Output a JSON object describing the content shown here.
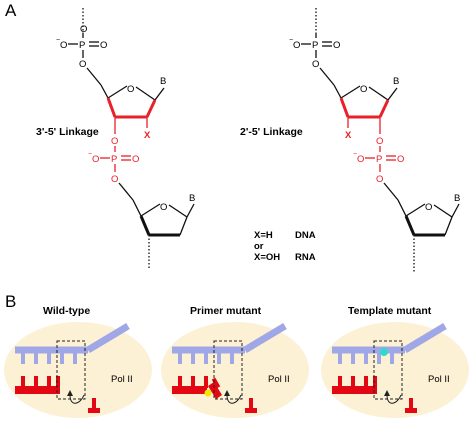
{
  "panel_a": {
    "letter": "A",
    "left_linkage": "3'-5' Linkage",
    "right_linkage": "2'-5' Linkage",
    "atoms": {
      "oxygen": "O",
      "phosphorus": "P",
      "negative_oxygen": "O",
      "charge": "−",
      "base": "B",
      "x": "X"
    },
    "legend": {
      "line1_left": "X=H",
      "line1_right": "DNA",
      "line2": "or",
      "line3_left": "X=OH",
      "line3_right": "RNA"
    }
  },
  "panel_b": {
    "letter": "B",
    "titles": [
      "Wild-type",
      "Primer mutant",
      "Template mutant"
    ],
    "enzyme": "Pol II"
  },
  "colors": {
    "highlight_red": "#e8202a",
    "black": "#111111",
    "strand_blue": "#9fa7e6",
    "nucleotide_red": "#e30613",
    "polymerase_fill": "#fcf1d4",
    "mismatch_yellow": "#f2e600",
    "mismatch_cyan": "#2fd9d0"
  }
}
